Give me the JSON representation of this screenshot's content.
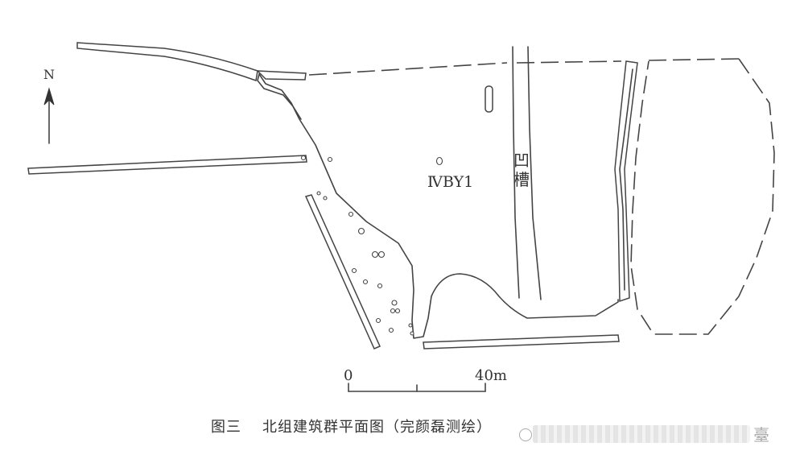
{
  "north_label": "N",
  "labels": {
    "site_name": "ⅣBY1",
    "groove_char_1": "凹",
    "groove_char_2": "槽"
  },
  "scale": {
    "start_label": "0",
    "end_label": "40m"
  },
  "caption": {
    "figure_no": "图三",
    "title": "北组建筑群平面图（完颜磊测绘）"
  },
  "watermark": {
    "trailing_char": "臺"
  }
}
